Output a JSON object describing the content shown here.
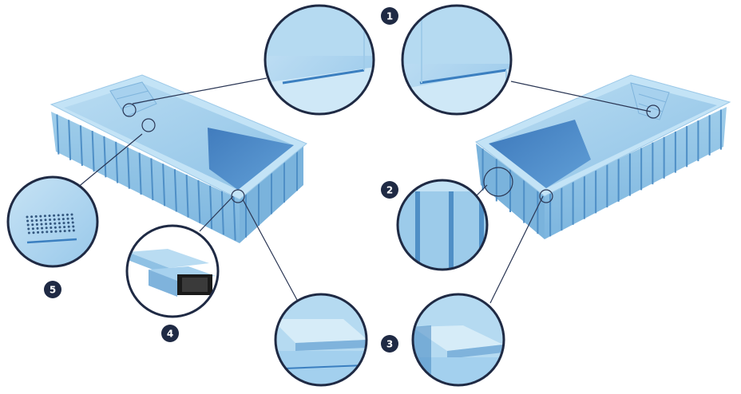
{
  "badges": [
    {
      "label": "1"
    },
    {
      "label": "2"
    },
    {
      "label": "3"
    },
    {
      "label": "4"
    },
    {
      "label": "5"
    }
  ],
  "colors": {
    "pool_wall": "#8fc4e6",
    "pool_wall_dark": "#6aa9d6",
    "pool_rim": "#b7dcf2",
    "pool_inner": "#a8d3ef",
    "pool_deep": "#3f7fc4",
    "rib": "#4f8fc6",
    "circle_stroke": "#1f2a44",
    "leader": "#2a3654",
    "badge": "#1f2a44"
  }
}
